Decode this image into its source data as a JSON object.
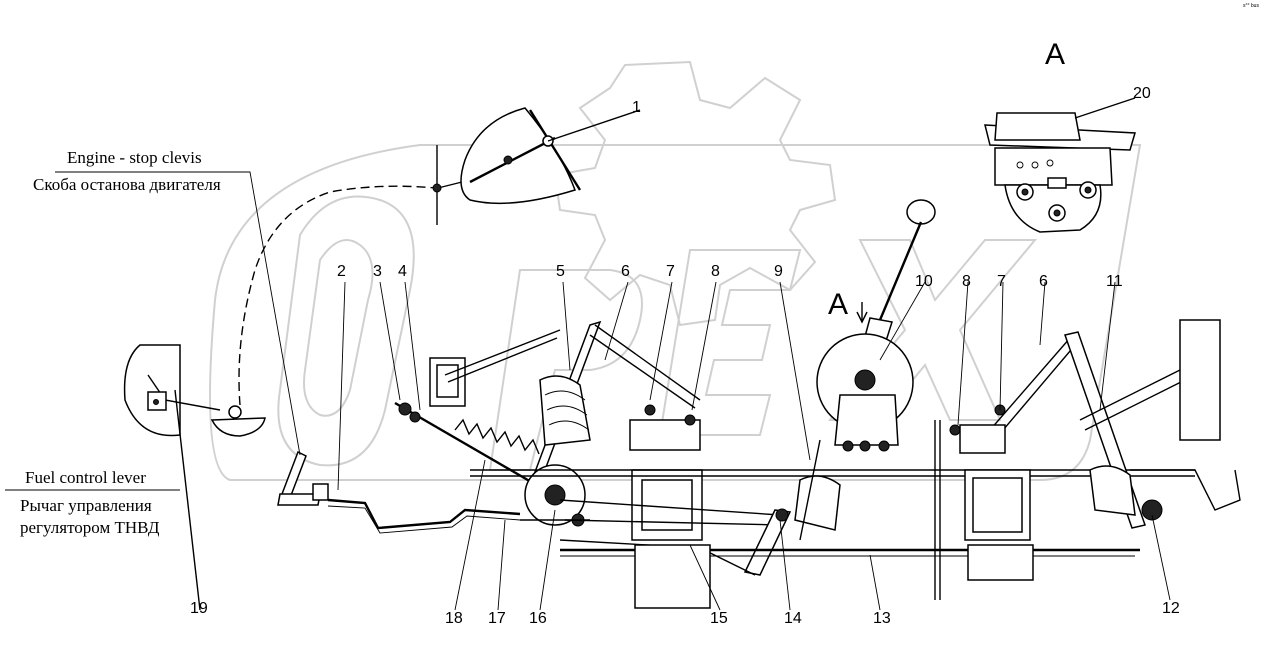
{
  "view_label": "A",
  "arrow_label": "A",
  "corner_mark": "s°° bus",
  "watermark": "OPEX",
  "captions": {
    "engine_stop_en": "Engine - stop clevis",
    "engine_stop_ru": "Скоба останова двигателя",
    "fuel_lever_en": "Fuel control lever",
    "fuel_lever_ru_1": "Рычаг управления",
    "fuel_lever_ru_2": "регулятором ТНВД"
  },
  "callouts": {
    "n1": "1",
    "n2": "2",
    "n3": "3",
    "n4": "4",
    "n5": "5",
    "n6a": "6",
    "n6b": "6",
    "n7a": "7",
    "n7b": "7",
    "n8a": "8",
    "n8b": "8",
    "n9": "9",
    "n10": "10",
    "n11": "11",
    "n12": "12",
    "n13": "13",
    "n14": "14",
    "n15": "15",
    "n16": "16",
    "n17": "17",
    "n18": "18",
    "n19": "19",
    "n20": "20"
  }
}
